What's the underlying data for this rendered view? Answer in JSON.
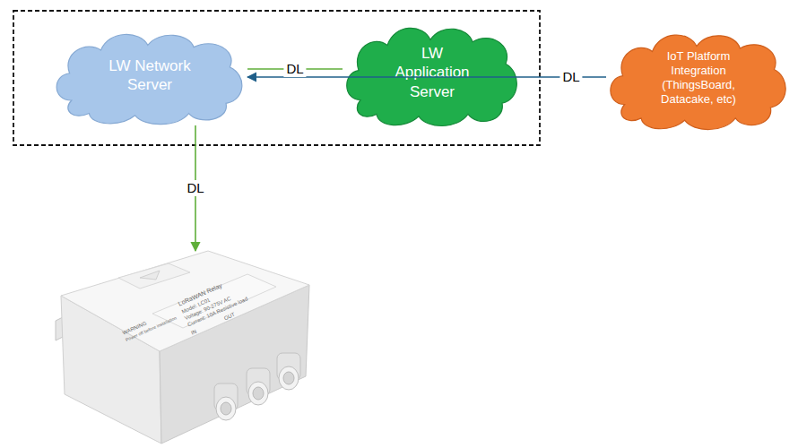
{
  "diagram": {
    "nodes": [
      {
        "text": [
          "LW Network Server"
        ]
      },
      {
        "text": [
          "LW Application Server"
        ]
      },
      {
        "text": [
          "IoT Platform Integration (ThingsBoard, Datacake, etc)"
        ]
      },
      {
        "text": [
          "WARNING",
          "Power off before installation",
          "LoRaWAN Relay",
          "Model: LC01",
          "Voltage: 90-275V AC",
          "Current: 10A Resistive load",
          "IN",
          "OUT"
        ]
      }
    ],
    "edges": [
      {
        "from": 1,
        "to": 0,
        "label": "DL",
        "arrow": "none"
      },
      {
        "from": 0,
        "to": 3,
        "label": "DL",
        "arrow": "to"
      },
      {
        "from": 2,
        "to": 0,
        "label": "DL",
        "arrow": "to"
      }
    ]
  }
}
